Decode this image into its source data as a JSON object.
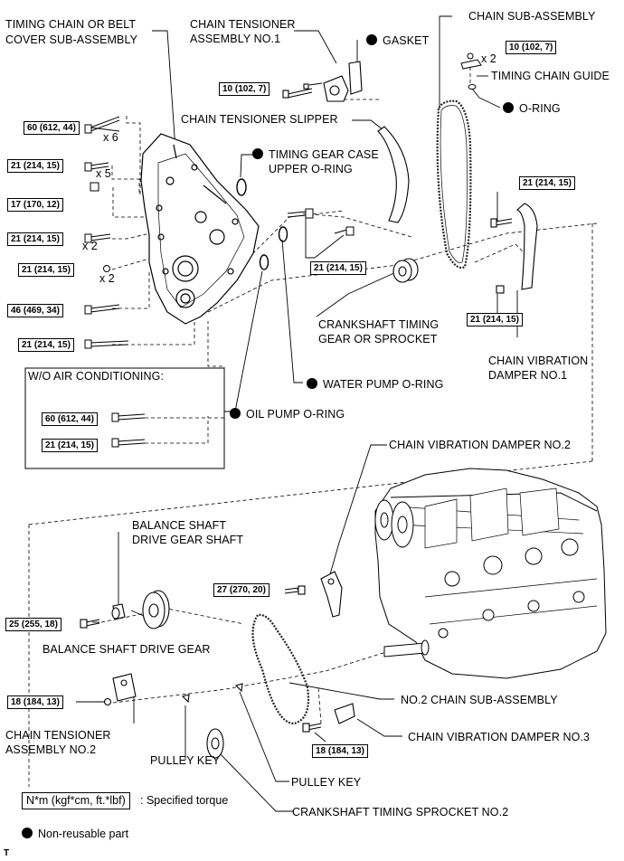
{
  "labels": {
    "timing_cover": [
      "TIMING CHAIN OR BELT",
      "COVER SUB-ASSEMBLY"
    ],
    "tensioner1": [
      "CHAIN TENSIONER",
      "ASSEMBLY NO.1"
    ],
    "gasket": "GASKET",
    "chain_sub": "CHAIN SUB-ASSEMBLY",
    "chain_guide": "TIMING CHAIN GUIDE",
    "o_ring": "O-RING",
    "slipper": "CHAIN TENSIONER SLIPPER",
    "case_oring": [
      "TIMING GEAR CASE",
      "UPPER O-RING"
    ],
    "crank_gear": [
      "CRANKSHAFT TIMING",
      "GEAR OR SPROCKET"
    ],
    "damper1": [
      "CHAIN VIBRATION",
      "DAMPER NO.1"
    ],
    "wo_ac": "W/O AIR CONDITIONING:",
    "water_pump_oring": "WATER PUMP O-RING",
    "oil_pump_oring": "OIL PUMP O-RING",
    "damper2": "CHAIN VIBRATION DAMPER NO.2",
    "balance_shaft": [
      "BALANCE SHAFT",
      "DRIVE GEAR SHAFT"
    ],
    "balance_gear": "BALANCE SHAFT DRIVE GEAR",
    "chain2": "NO.2 CHAIN SUB-ASSEMBLY",
    "tensioner2": [
      "CHAIN TENSIONER",
      "ASSEMBLY NO.2"
    ],
    "damper3": "CHAIN VIBRATION DAMPER NO.3",
    "pulley_key": "PULLEY KEY",
    "sprocket2": "CRANKSHAFT TIMING SPROCKET NO.2"
  },
  "torques": {
    "t_60_a": "60 (612, 44)",
    "t_21_a": "21 (214, 15)",
    "t_17": "17 (170, 12)",
    "t_21_b": "21 (214, 15)",
    "t_21_c": "21 (214, 15)",
    "t_46": "46 (469, 34)",
    "t_21_d": "21 (214, 15)",
    "t_10_a": "10 (102, 7)",
    "t_10_b": "10 (102, 7)",
    "t_21_e": "21 (214, 15)",
    "t_21_f": "21 (214, 15)",
    "t_21_g": "21 (214, 15)",
    "t_60_b": "60 (612, 44)",
    "t_21_h": "21 (214, 15)",
    "t_27": "27 (270, 20)",
    "t_25": "25 (255, 18)",
    "t_18_a": "18 (184, 13)",
    "t_18_b": "18 (184, 13)"
  },
  "quantities": {
    "x6": "x 6",
    "x5": "x 5",
    "x2_a": "x 2",
    "x2_b": "x 2",
    "x2_c": "x 2"
  },
  "legend": {
    "torque_box": "N*m (kgf*cm, ft.*lbf)",
    "torque_text": ": Specified torque",
    "nonreusable": "Non-reusable part"
  },
  "figure_code": "T"
}
